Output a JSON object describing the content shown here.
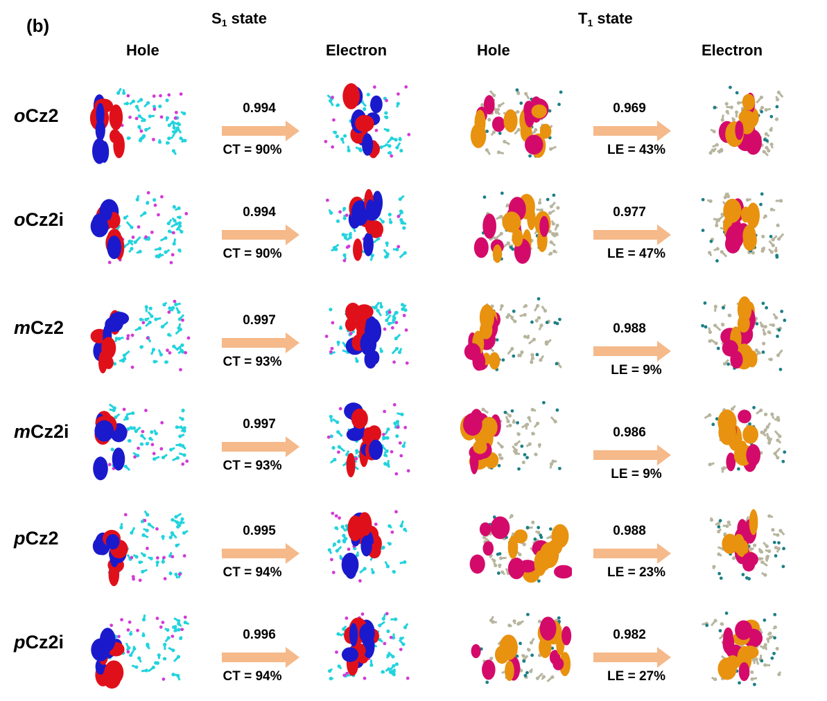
{
  "panel_label": "(b)",
  "states": [
    {
      "label_main": "S",
      "label_sub": "1",
      "label_rest": " state"
    },
    {
      "label_main": "T",
      "label_sub": "1",
      "label_rest": " state"
    }
  ],
  "columns": [
    "Hole",
    "Electron",
    "Hole",
    "Electron"
  ],
  "colors": {
    "s1_lobe_pos": "#e0101a",
    "s1_lobe_neg": "#1a1acc",
    "t1_lobe_pos": "#d40a6a",
    "t1_lobe_neg": "#e8920f",
    "arrow": "#f5b98a",
    "carbon_s1": "#22d3dd",
    "carbon_t1": "#b7b59e",
    "hydrogen_s1": "#d23ad6",
    "hydrogen_t1": "#1d7f86"
  },
  "rows": [
    {
      "prefix": "o",
      "suffix": "Cz2",
      "s1_value": "0.994",
      "s1_label": "CT = 90%",
      "t1_value": "0.969",
      "t1_label": "LE = 43%"
    },
    {
      "prefix": "o",
      "suffix": "Cz2i",
      "s1_value": "0.994",
      "s1_label": "CT = 90%",
      "t1_value": "0.977",
      "t1_label": "LE = 47%"
    },
    {
      "prefix": "m",
      "suffix": "Cz2",
      "s1_value": "0.997",
      "s1_label": "CT = 93%",
      "t1_value": "0.988",
      "t1_label": "LE = 9%"
    },
    {
      "prefix": "m",
      "suffix": "Cz2i",
      "s1_value": "0.997",
      "s1_label": "CT = 93%",
      "t1_value": "0.986",
      "t1_label": "LE = 9%"
    },
    {
      "prefix": "p",
      "suffix": "Cz2",
      "s1_value": "0.995",
      "s1_label": "CT = 94%",
      "t1_value": "0.988",
      "t1_label": "LE = 23%"
    },
    {
      "prefix": "p",
      "suffix": "Cz2i",
      "s1_value": "0.996",
      "s1_label": "CT = 94%",
      "t1_value": "0.982",
      "t1_label": "LE = 27%"
    }
  ]
}
